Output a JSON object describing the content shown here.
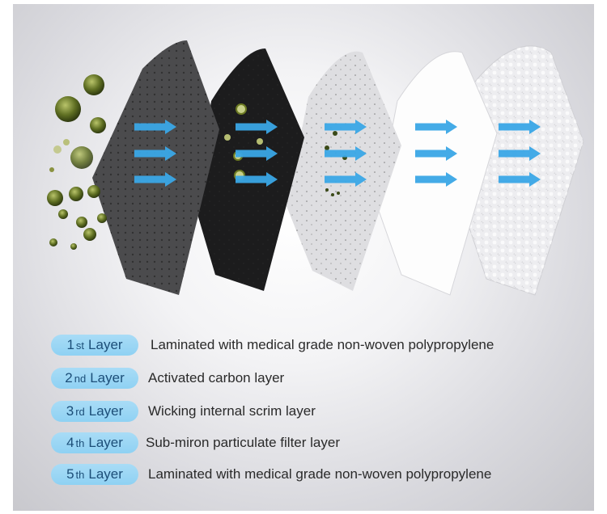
{
  "layers": [
    {
      "number": "1",
      "suffix": "st",
      "word": "Layer",
      "description": "Laminated with medical grade non-woven polypropylene",
      "color": "#4a4a4c"
    },
    {
      "number": "2",
      "suffix": "nd",
      "word": "Layer",
      "description": "Activated carbon layer",
      "color": "#1e1e1f"
    },
    {
      "number": "3",
      "suffix": "rd",
      "word": "Layer",
      "description": "Wicking internal scrim layer",
      "color": "#e2e2e4"
    },
    {
      "number": "4",
      "suffix": "th",
      "word": "Layer",
      "description": "Sub-miron particulate filter layer",
      "color": "#fbfbfb"
    },
    {
      "number": "5",
      "suffix": "th",
      "word": "Layer",
      "description": "Laminated with medical grade non-woven polypropylene",
      "color": "#eeeef0"
    }
  ],
  "colors": {
    "arrow": "#3aa7e6",
    "pill": "#9fd8f5",
    "pill_text": "#1c4e78",
    "germ": "#5a6b1f"
  },
  "icons": [
    "germ-cluster-icon",
    "arrow-right-icon"
  ]
}
